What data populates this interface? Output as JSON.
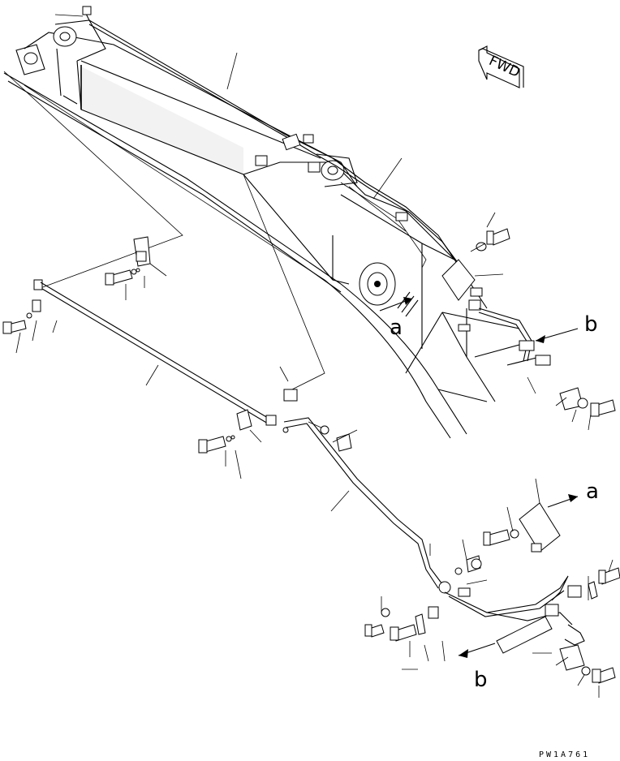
{
  "diagram": {
    "fwd_label": "FWD",
    "ref_a_upper": "a",
    "ref_b_upper": "b",
    "ref_a_lower": "a",
    "ref_b_lower": "b",
    "drawing_code": "PW1A761"
  }
}
